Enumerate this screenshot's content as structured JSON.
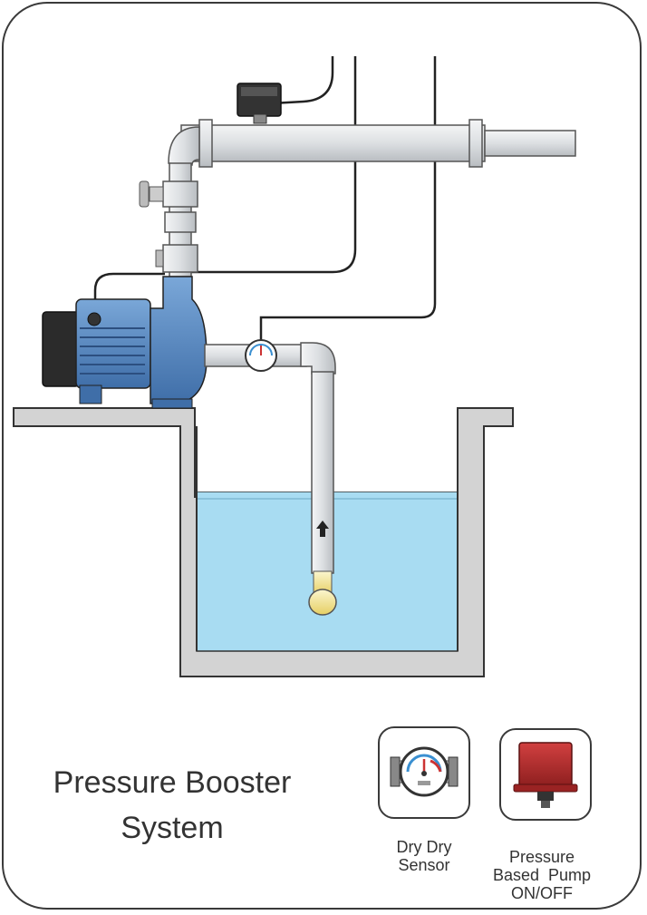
{
  "title": {
    "line1": "Pressure Booster",
    "line2": "System"
  },
  "legend": {
    "sensor": {
      "line1": "Dry Dry",
      "line2": "Sensor",
      "icon": "pressure-gauge-icon"
    },
    "switch": {
      "line1": "Pressure",
      "line2": "Based  Pump",
      "line3": "ON/OFF",
      "icon": "pressure-switch-icon"
    }
  },
  "colors": {
    "water": "#a8dcf2",
    "tank_wall": "#d3d3d3",
    "pump_blue": "#5b8fc9",
    "pipe_gray": "#e2e4e6",
    "switch_red": "#b82b2b",
    "float_yellow": "#f3e9a0"
  }
}
